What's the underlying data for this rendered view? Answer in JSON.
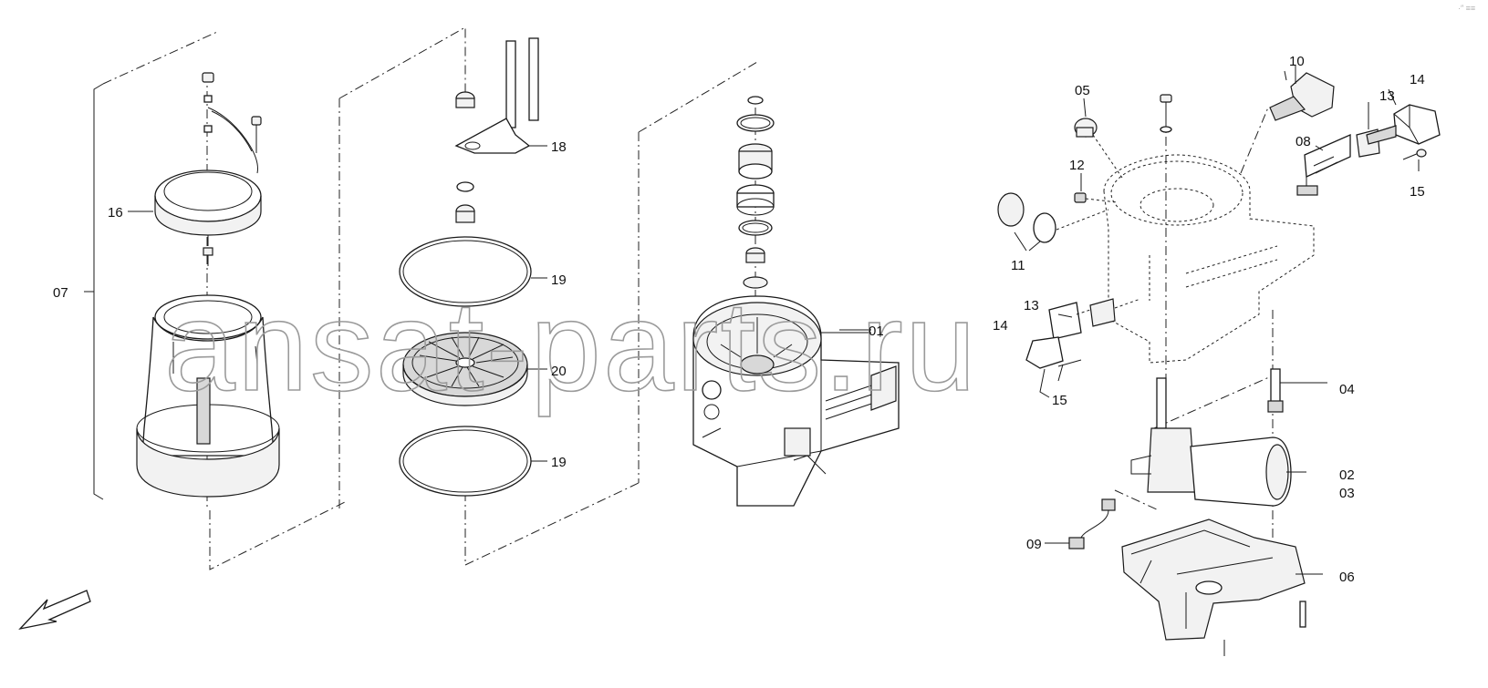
{
  "watermark": "ansat-parts.ru",
  "corner_mark": "·″ ≡≡",
  "labels": {
    "p01": "01",
    "p02": "02",
    "p03": "03",
    "p04": "04",
    "p05": "05",
    "p06": "06",
    "p07": "07",
    "p08": "08",
    "p09": "09",
    "p10": "10",
    "p11": "11",
    "p12": "12",
    "p13a": "13",
    "p13b": "13",
    "p14a": "14",
    "p14b": "14",
    "p15a": "15",
    "p15b": "15",
    "p16": "16",
    "p18": "18",
    "p19a": "19",
    "p19b": "19",
    "p20": "20"
  },
  "colors": {
    "line": "#1a1a1a",
    "watermark": "#9a9a9a",
    "background": "#ffffff"
  },
  "icons": {
    "orientation_arrow": "arrow-down-left-icon"
  }
}
